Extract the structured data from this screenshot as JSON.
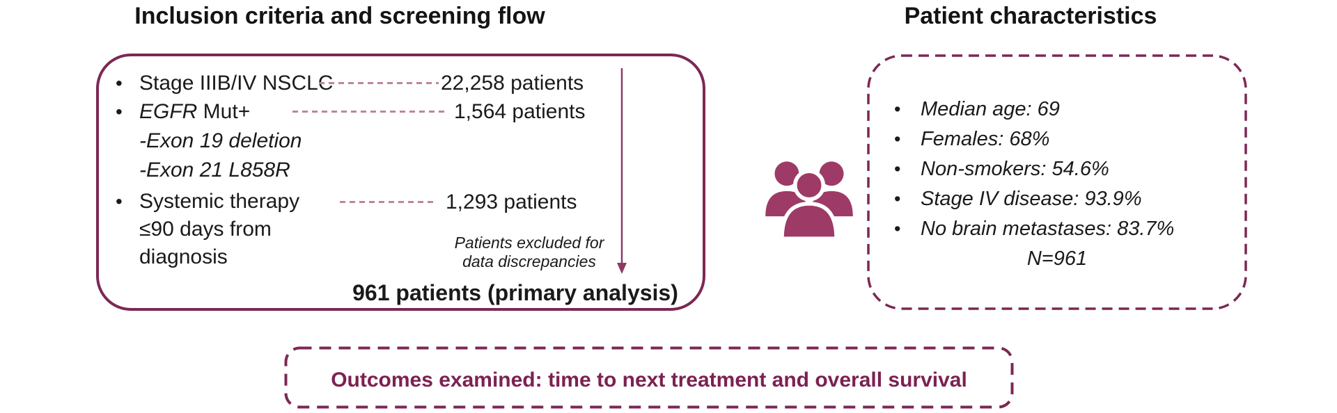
{
  "chars": {
    "bullet": "•"
  },
  "left_panel": {
    "title": "Inclusion criteria and screening flow",
    "criteria": {
      "item1": {
        "label": "Stage IIIB/IV NSCLC",
        "count": "22,258 patients"
      },
      "item2": {
        "label_italic": "EGFR",
        "label_rest": " Mut+",
        "count": "1,564 patients"
      },
      "item2_sub1": "-Exon 19 deletion",
      "item2_sub2": "-Exon 21 L858R",
      "item3": {
        "label": "Systemic therapy",
        "count": "1,293 patients"
      },
      "item3_line2": "≤90 days from",
      "item3_line3": "diagnosis"
    },
    "exclusion_note": {
      "line1": "Patients excluded for",
      "line2": "data discrepancies"
    },
    "result": "961 patients (primary analysis)"
  },
  "right_panel": {
    "title": "Patient characteristics",
    "items": [
      "Median age: 69",
      "Females: 68%",
      "Non-smokers: 54.6%",
      "Stage IV disease: 93.9%",
      "No brain metastases: 83.7%"
    ],
    "total": "N=961"
  },
  "outcomes": {
    "text": "Outcomes examined: time to next treatment and overall survival"
  },
  "colors": {
    "box_border_maroon": "#7C2854",
    "icon_maroon": "#9E3A66",
    "arrow_maroon": "#8C3A64",
    "connector_mauve": "#BE84A1",
    "outcomes_text_maroon": "#7C2152",
    "body_text": "#1A1A1A"
  },
  "icons": {
    "patients_group": "people-group-icon"
  }
}
